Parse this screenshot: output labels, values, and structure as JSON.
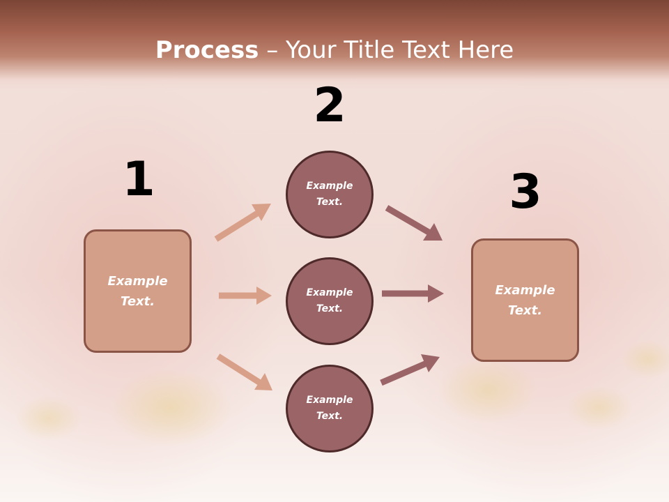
{
  "header": {
    "title_bold": "Process",
    "title_rest": " – Your Title Text Here"
  },
  "steps": {
    "one": {
      "number": "1",
      "label": "Example\nText."
    },
    "two": {
      "number": "2"
    },
    "three": {
      "number": "3",
      "label": "Example\nText."
    }
  },
  "circles": [
    {
      "label": "Example\nText."
    },
    {
      "label": "Example\nText."
    },
    {
      "label": "Example\nText."
    }
  ],
  "colors": {
    "header": "#a4624f",
    "box_fill": "#d39f88",
    "box_border": "#8a5446",
    "circle_fill": "#9b6467",
    "circle_border": "#4e2a2a",
    "arrow_left": "#d8a088",
    "arrow_right": "#9b6467"
  }
}
